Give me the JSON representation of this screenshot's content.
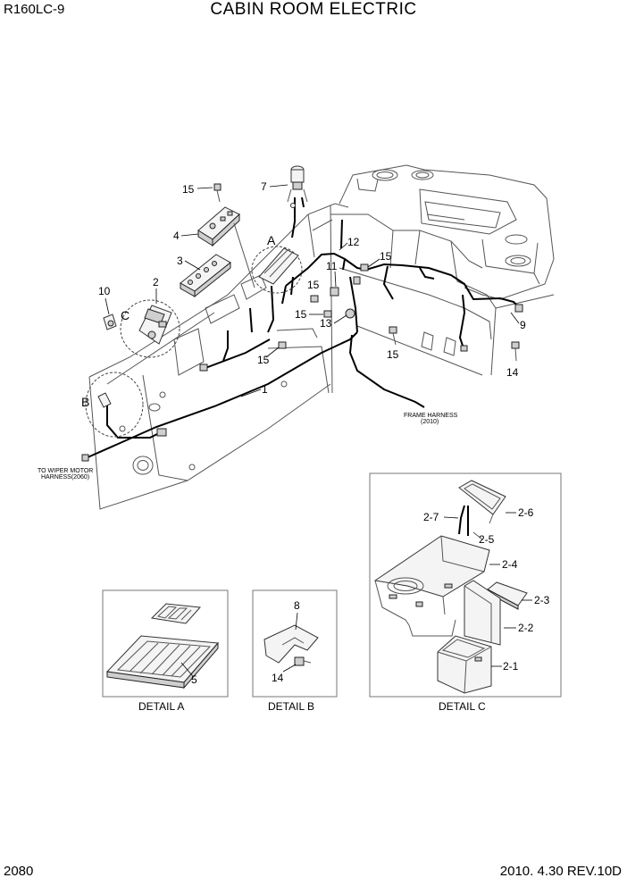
{
  "header": {
    "model": "R160LC-9",
    "title": "CABIN ROOM ELECTRIC"
  },
  "footer": {
    "page_number": "2080",
    "revision": "2010. 4.30  REV.10D"
  },
  "callouts": {
    "p1": "1",
    "p2": "2",
    "p3": "3",
    "p4": "4",
    "p7": "7",
    "p9": "9",
    "p10": "10",
    "p11": "11",
    "p12": "12",
    "p13": "13",
    "p14": "14",
    "p15_a": "15",
    "p15_b": "15",
    "p15_c": "15",
    "p15_d": "15",
    "p15_e": "15",
    "p15_f": "15",
    "detail_a_5": "5",
    "detail_b_8": "8",
    "detail_b_14": "14",
    "d2_1": "2-1",
    "d2_2": "2-2",
    "d2_3": "2-3",
    "d2_4": "2-4",
    "d2_5": "2-5",
    "d2_6": "2-6",
    "d2_7": "2-7"
  },
  "detail_markers": {
    "a": "A",
    "b": "B",
    "c": "C"
  },
  "notes": {
    "frame_harness_1": "FRAME HARNESS",
    "frame_harness_2": "(2010)",
    "wiper_1": "TO WIPER MOTOR",
    "wiper_2": "HARNESS(2060)"
  },
  "detail_labels": {
    "a": "DETAIL  A",
    "b": "DETAIL  B",
    "c": "DETAIL C"
  }
}
